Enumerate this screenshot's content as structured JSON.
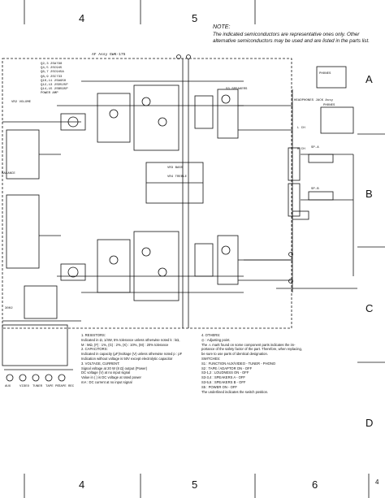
{
  "column_labels": [
    "4",
    "5",
    "6"
  ],
  "row_labels": [
    "A",
    "B",
    "C",
    "D"
  ],
  "page_mark": "4",
  "note": {
    "heading": "NOTE:",
    "body": "The indicated semiconductors are representative ones only. Other alternative semiconductors may be used and are listed in the parts list."
  },
  "assembly": {
    "af_assy": "AF Assy  GWK-175"
  },
  "transistor_table": [
    "Q2,3  2SA798",
    "Q4,5  2SC945",
    "Q6,7  2SC945A",
    "Q8,9  2SC733",
    "Q10,11  2SA950",
    "Q12,13  2SD525P",
    "Q14,15  2SB595P",
    "POWER AMP"
  ],
  "schematic_labels": {
    "vr2": "VR2 VOLUME",
    "balance": "BALANCE",
    "s3": "S3 SPEAKERS",
    "phones": "PHONES",
    "headphones": "HEADPHONES JACK Assy",
    "phones2": "PHONES",
    "sp_a": "SP-A",
    "sp_b": "SP-B",
    "lch": "L CH",
    "rch": "R CH",
    "bass": "VR3 BASS",
    "treble": "VR4 TREBLE",
    "hz": "3002"
  },
  "notes_left": [
    "1. RESISTORS:",
    "   Indicated in Ω, 1/4W, 5% tolerance unless otherwise noted k : kΩ,",
    "   M : MΩ, (F) : 1%, (G) : 2%, (K) : 10%, (M) : 20% tolerance",
    "2. CAPACITORS:",
    "   Indicated in capacity (μF)/voltage (V) unless otherwise noted p : pF",
    "   Indication without voltage is 50V except electrolytic capacitor",
    "3. VOLTAGE, CURRENT:",
    "   Signal voltage at 20 W (8 Ω) output (Power)",
    "   DC voltage (V) at no input signal",
    "   Value in ( ) is DC voltage at rated power",
    "   mA : DC current at no input signal"
  ],
  "notes_right": [
    "4. OTHERS:",
    "   ◎ : Adjusting point.",
    "   The ⚠ mark found on some component parts indicates the im-",
    "   portance of the safety factor of the part. Therefore, when replacing,",
    "   be sure to use parts of identical designation.",
    "SWITCHES:",
    "S1 : FUNCTION   AUX/VIDEO - TUNER - PHONO",
    "S2 : TAPE / ADAPTOR        ON - OFF",
    "S3-1,2 : LOUDNESS           ON - OFF",
    "S3-3,4 : SPEAKERS           A - OFF",
    "S3-5,6 : SPEAKERS           B - OFF",
    "S5 : POWER                  ON - OFF",
    "The underlined indicates the switch position."
  ],
  "bottom_jacks": [
    "AUX",
    "VIDEO",
    "TUNER",
    "TAPE PB",
    "TAPE REC"
  ]
}
